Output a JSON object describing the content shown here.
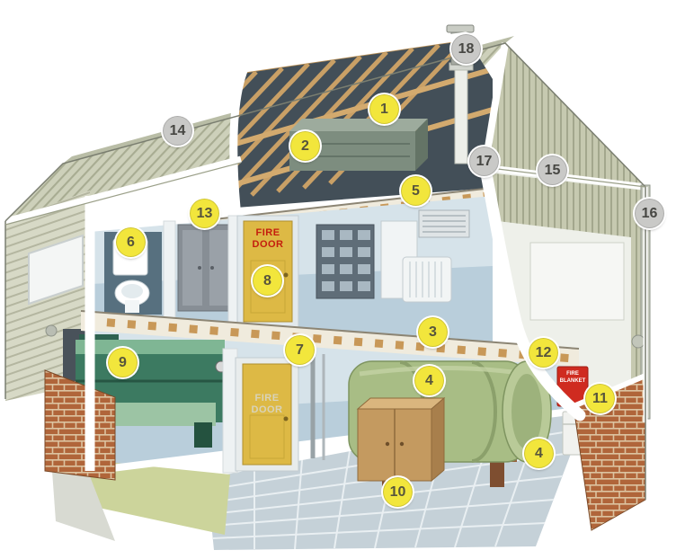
{
  "diagram": {
    "signs": {
      "fire_door_upper": "FIRE\nDOOR",
      "fire_door_lower": "FIRE\nDOOR",
      "fire_blanket": "FIRE\nBLANKET"
    },
    "markers": [
      {
        "label": "1",
        "style": "yellow"
      },
      {
        "label": "2",
        "style": "yellow"
      },
      {
        "label": "3",
        "style": "yellow"
      },
      {
        "label": "4",
        "style": "yellow"
      },
      {
        "label": "4",
        "style": "yellow"
      },
      {
        "label": "5",
        "style": "yellow"
      },
      {
        "label": "6",
        "style": "yellow"
      },
      {
        "label": "7",
        "style": "yellow"
      },
      {
        "label": "8",
        "style": "yellow"
      },
      {
        "label": "9",
        "style": "yellow"
      },
      {
        "label": "10",
        "style": "yellow"
      },
      {
        "label": "11",
        "style": "yellow"
      },
      {
        "label": "12",
        "style": "yellow"
      },
      {
        "label": "13",
        "style": "yellow"
      },
      {
        "label": "14",
        "style": "gray"
      },
      {
        "label": "15",
        "style": "gray"
      },
      {
        "label": "16",
        "style": "gray"
      },
      {
        "label": "17",
        "style": "gray"
      },
      {
        "label": "18",
        "style": "gray"
      }
    ],
    "colors": {
      "marker_yellow": "#f2e63c",
      "marker_gray": "#c9c9c7",
      "fire_door_yellow": "#ddb945",
      "fire_door_sign_red": "#c41e0e",
      "brick": "#b0653a",
      "tank_green": "#a8bd85",
      "fire_blanket_red": "#cf2b20"
    }
  }
}
